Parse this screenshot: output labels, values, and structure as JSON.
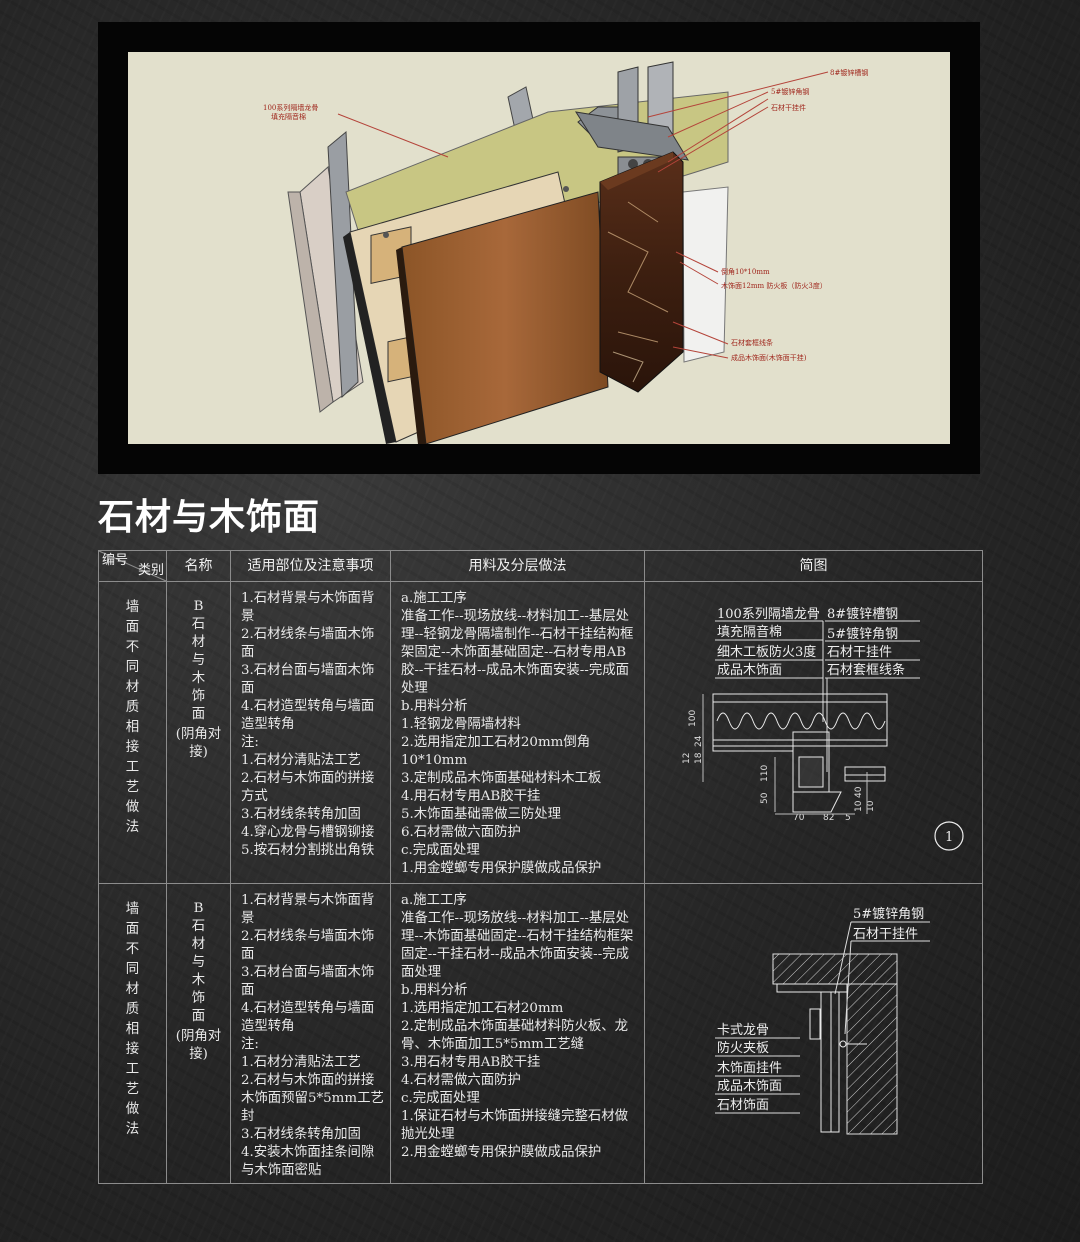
{
  "hero": {
    "callouts": [
      "100系列隔墙龙骨",
      "填充隔音棉",
      "8#镀锌槽钢",
      "5#镀锌角钢",
      "石材干挂件",
      "倒角10*10mm",
      "木饰面12mm 防火板（防火3度）",
      "石材套框线条",
      "成品木饰面(木饰面干挂)"
    ]
  },
  "page": {
    "title": "石材与木饰面"
  },
  "table": {
    "headers": {
      "code": "编号",
      "category": "类别",
      "name": "名称",
      "scope": "适用部位及注意事项",
      "method": "用料及分层做法",
      "diagram": "简图"
    },
    "rows": [
      {
        "category": "墙面不同材质相接工艺做法",
        "name": "B石材与木饰面",
        "name_note": "(阴角对接)",
        "scope": [
          "1.石材背景与木饰面背景",
          "2.石材线条与墙面木饰面",
          "3.石材台面与墙面木饰面",
          "4.石材造型转角与墙面造型转角",
          "注:",
          "1.石材分清贴法工艺",
          "2.石材与木饰面的拼接方式",
          "3.石材线条转角加固",
          "4.穿心龙骨与槽钢铆接",
          "5.按石材分割挑出角铁"
        ],
        "method": [
          "a.施工工序",
          "准备工作--现场放线--材料加工--基层处理--轻钢龙骨隔墙制作--石材干挂结构框架固定--木饰面基础固定--石材专用AB胶--干挂石材--成品木饰面安装--完成面处理",
          "b.用料分析",
          "1.轻钢龙骨隔墙材料",
          "2.选用指定加工石材20mm倒角10*10mm",
          "3.定制成品木饰面基础材料木工板",
          "4.用石材专用AB胶干挂",
          "5.木饰面基础需做三防处理",
          "6.石材需做六面防护",
          "c.完成面处理",
          "1.用金螳螂专用保护膜做成品保护"
        ],
        "diagram": {
          "labels_left": [
            "100系列隔墙龙骨",
            "填充隔音棉",
            "细木工板防火3度",
            "成品木饰面"
          ],
          "labels_right": [
            "8#镀锌槽钢",
            "5#镀锌角钢",
            "石材干挂件",
            "石材套框线条"
          ],
          "dims": [
            "100",
            "24",
            "12",
            "18",
            "110",
            "50",
            "70",
            "82",
            "5",
            "40",
            "10",
            "10"
          ],
          "number": "1"
        }
      },
      {
        "category": "墙面不同材质相接工艺做法",
        "name": "B石材与木饰面",
        "name_note": "(阴角对接)",
        "scope": [
          "1.石材背景与木饰面背景",
          "2.石材线条与墙面木饰面",
          "3.石材台面与墙面木饰面",
          "4.石材造型转角与墙面造型转角",
          "注:",
          "1.石材分清贴法工艺",
          "2.石材与木饰面的拼接木饰面预留5*5mm工艺封",
          "3.石材线条转角加固",
          "4.安装木饰面挂条间隙与木饰面密贴"
        ],
        "method": [
          "a.施工工序",
          "准备工作--现场放线--材料加工--基层处理--木饰面基础固定--石材干挂结构框架固定--干挂石材--成品木饰面安装--完成面处理",
          "b.用料分析",
          "1.选用指定加工石材20mm",
          "2.定制成品木饰面基础材料防火板、龙骨、木饰面加工5*5mm工艺缝",
          "3.用石材专用AB胶干挂",
          "4.石材需做六面防护",
          "c.完成面处理",
          "1.保证石材与木饰面拼接缝完整石材做抛光处理",
          "2.用金螳螂专用保护膜做成品保护"
        ],
        "diagram": {
          "labels_right": [
            "5#镀锌角钢",
            "石材干挂件"
          ],
          "labels_left": [
            "卡式龙骨",
            "防火夹板",
            "木饰面挂件",
            "成品木饰面",
            "石材饰面"
          ]
        }
      }
    ]
  },
  "colors": {
    "background": "#262626",
    "hero_frame": "#050505",
    "hero_bg": "#e2e0cc",
    "rule": "#8c8c8c",
    "callout": "#a0281e"
  }
}
